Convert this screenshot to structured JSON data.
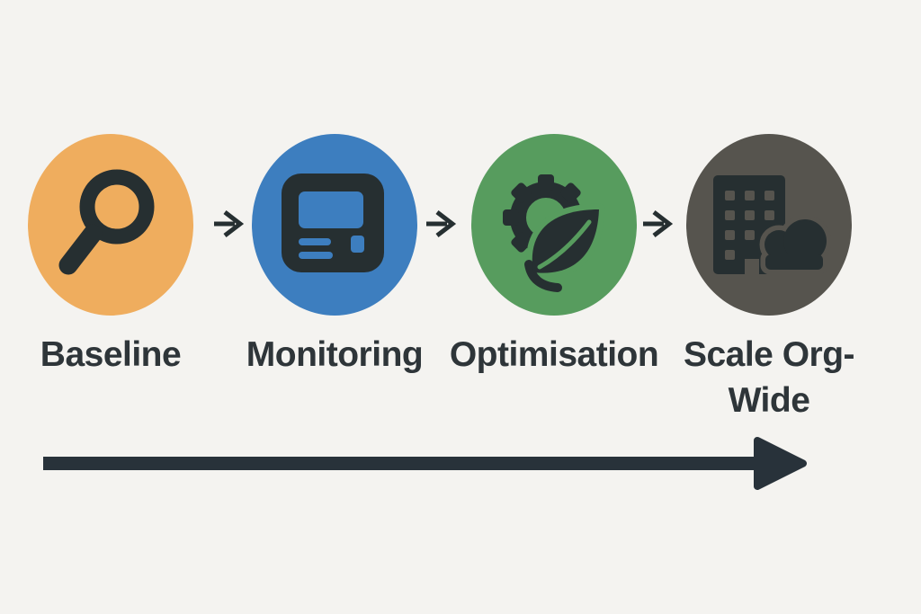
{
  "colors": {
    "background": "#F4F3F0",
    "ink": "#262F31",
    "text": "#2E3539",
    "arrow": "#28323A"
  },
  "stages": [
    {
      "label": "Baseline",
      "circle_color": "#EFAD5E",
      "icon": "magnifier-icon"
    },
    {
      "label": "Monitoring",
      "circle_color": "#3D7EBF",
      "icon": "dashboard-icon"
    },
    {
      "label": "Optimisation",
      "circle_color": "#579C5E",
      "icon": "gear-leaf-icon"
    },
    {
      "label": "Scale Org-Wide",
      "circle_color": "#56544E",
      "icon": "building-cloud-icon"
    }
  ],
  "connector_glyph": "→",
  "timeline": {
    "direction": "left-to-right"
  }
}
